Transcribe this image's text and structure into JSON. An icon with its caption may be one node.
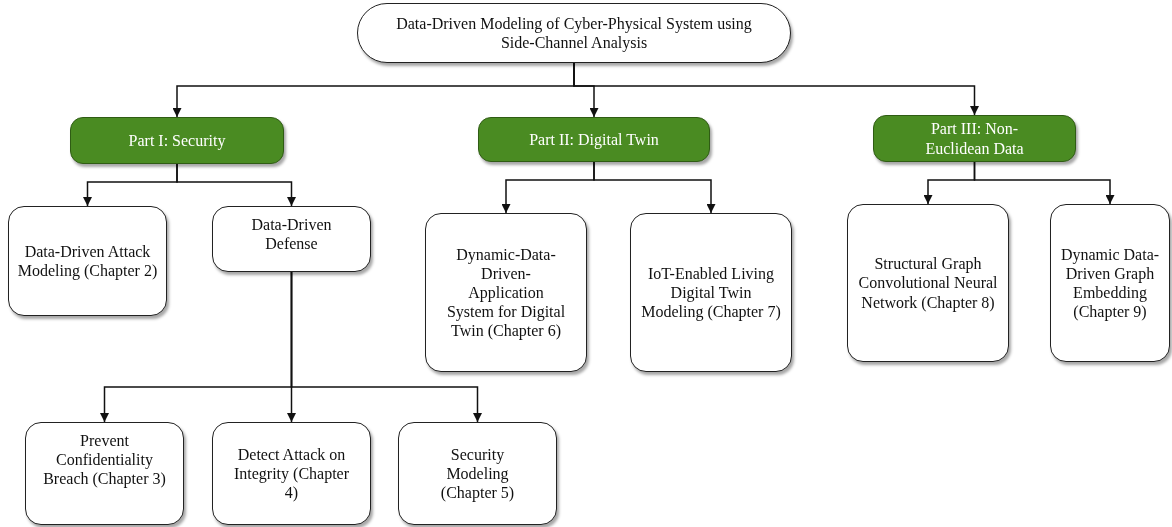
{
  "diagram": {
    "nodes": [
      {
        "text": [
          "Data-Driven Modeling of Cyber-Physical System using Side-Channel Analysis"
        ]
      },
      {
        "text": [
          "Part I: Security"
        ]
      },
      {
        "text": [
          "Part II: Digital Twin"
        ]
      },
      {
        "text": [
          "Part III: Non-Euclidean Data"
        ]
      },
      {
        "text": [
          "Data-Driven Attack Modeling (Chapter 2)"
        ]
      },
      {
        "text": [
          "Data-Driven Defense"
        ]
      },
      {
        "text": [
          "Dynamic-Data-Driven-Application System for Digital Twin (Chapter 6)"
        ]
      },
      {
        "text": [
          "IoT-Enabled Living Digital Twin Modeling (Chapter 7)"
        ]
      },
      {
        "text": [
          "Structural Graph Convolutional Neural Network (Chapter 8)"
        ]
      },
      {
        "text": [
          "Dynamic Data-Driven Graph Embedding (Chapter 9)"
        ]
      },
      {
        "text": [
          "Prevent Confidentiality Breach (Chapter 3)"
        ]
      },
      {
        "text": [
          "Detect Attack on Integrity (Chapter 4)"
        ]
      },
      {
        "text": [
          "Security Modeling (Chapter 5)"
        ]
      }
    ],
    "edges": [
      {
        "from": 0,
        "to": 1,
        "arrow": "to"
      },
      {
        "from": 0,
        "to": 2,
        "arrow": "to"
      },
      {
        "from": 0,
        "to": 3,
        "arrow": "to"
      },
      {
        "from": 1,
        "to": 4,
        "arrow": "to"
      },
      {
        "from": 1,
        "to": 5,
        "arrow": "to"
      },
      {
        "from": 2,
        "to": 6,
        "arrow": "to"
      },
      {
        "from": 2,
        "to": 7,
        "arrow": "to"
      },
      {
        "from": 3,
        "to": 8,
        "arrow": "to"
      },
      {
        "from": 3,
        "to": 9,
        "arrow": "to"
      },
      {
        "from": 5,
        "to": 10,
        "arrow": "to"
      },
      {
        "from": 5,
        "to": 11,
        "arrow": "to"
      },
      {
        "from": 5,
        "to": 12,
        "arrow": "to"
      }
    ]
  }
}
